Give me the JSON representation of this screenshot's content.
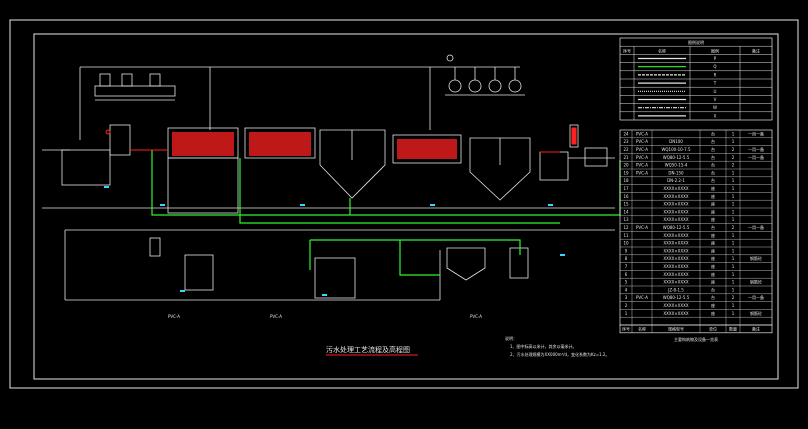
{
  "drawing": {
    "title": "污水处理工艺流程及高程图",
    "notes_title": "说明：",
    "notes": [
      "1、图中标高以米计，其余以毫米计。",
      "2、污水处理规模为XX000m³/d，变化系数为Kz=1.2。"
    ],
    "inline_labels": [
      "PVC-A",
      "PVC-A",
      "PVC-A"
    ]
  },
  "legend": {
    "title": "图例说明",
    "header": [
      "序号",
      "名称",
      "图例",
      "备注"
    ],
    "symbols": [
      "P",
      "Q",
      "R",
      "T",
      "U",
      "V",
      "W",
      "X"
    ]
  },
  "equipment_table": {
    "caption": "主要构筑物及设备一览表",
    "header": [
      "序号",
      "名称",
      "规格型号",
      "单位",
      "数量",
      "备注"
    ],
    "rows": [
      [
        "24",
        "PVC-A",
        "",
        "台",
        "1",
        "一用一备"
      ],
      [
        "23",
        "PVC-A",
        "DN100",
        "台",
        "1",
        ""
      ],
      [
        "22",
        "PVC-A",
        "WQ100-10-7.5",
        "台",
        "2",
        "一用一备"
      ],
      [
        "21",
        "PVC-A",
        "WQ80-12-5.5",
        "台",
        "2",
        "一用一备"
      ],
      [
        "20",
        "PVC-A",
        "WQ50-15-4",
        "台",
        "2",
        ""
      ],
      [
        "19",
        "PVC-A",
        "DN-150",
        "台",
        "1",
        ""
      ],
      [
        "18",
        "",
        "DN-2.2-1",
        "台",
        "1",
        ""
      ],
      [
        "17",
        "",
        "XXXX×XXXX",
        "座",
        "1",
        ""
      ],
      [
        "16",
        "",
        "XXXX×XXXX",
        "座",
        "1",
        ""
      ],
      [
        "15",
        "",
        "XXXX×XXXX",
        "座",
        "1",
        ""
      ],
      [
        "14",
        "",
        "XXXX×XXXX",
        "座",
        "1",
        ""
      ],
      [
        "13",
        "",
        "XXXX×XXXX",
        "座",
        "1",
        ""
      ],
      [
        "12",
        "PVC-A",
        "WQ80-12-5.5",
        "台",
        "2",
        "一用一备"
      ],
      [
        "11",
        "",
        "XXXX×XXXX",
        "座",
        "1",
        ""
      ],
      [
        "10",
        "",
        "XXXX×XXXX",
        "座",
        "1",
        ""
      ],
      [
        "9",
        "",
        "XXXX×XXXX",
        "座",
        "1",
        ""
      ],
      [
        "8",
        "",
        "XXXX×XXXX",
        "座",
        "1",
        "钢筋砼"
      ],
      [
        "7",
        "",
        "XXXX×XXXX",
        "座",
        "1",
        ""
      ],
      [
        "6",
        "",
        "XXXX×XXXX",
        "座",
        "1",
        ""
      ],
      [
        "5",
        "",
        "XXXX×XXXX",
        "座",
        "1",
        "钢筋砼"
      ],
      [
        "4",
        "",
        "JZ-8-1.5",
        "台",
        "1",
        ""
      ],
      [
        "3",
        "PVC-A",
        "WQ80-12-5.5",
        "台",
        "2",
        "一用一备"
      ],
      [
        "2",
        "",
        "XXXX×XXXX",
        "座",
        "1",
        ""
      ],
      [
        "1",
        "",
        "XXXX×XXXX",
        "座",
        "1",
        "钢筋砼"
      ]
    ]
  },
  "colors": {
    "background": "#000000",
    "line": "#e6e6e6",
    "pipe_green": "#2ff52f",
    "accent_red": "#ff2020",
    "title_underline": "#ff2020",
    "aqua": "#36d7ff"
  }
}
